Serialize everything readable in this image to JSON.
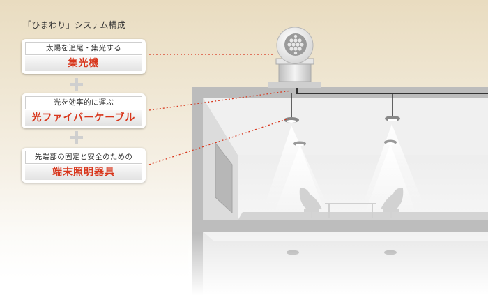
{
  "title": "「ひまわり」システム構成",
  "components": [
    {
      "caption": "太陽を追尾・集光する",
      "name": "集光機"
    },
    {
      "caption": "光を効率的に運ぶ",
      "name": "光ファイバーケーブル"
    },
    {
      "caption": "先端部の固定と安全のための",
      "name": "端末照明器具"
    }
  ],
  "colors": {
    "accent_red": "#d8361c",
    "leader_line": "#d8361c",
    "card_border": "#cfcfcf",
    "building_wall": "#b9b9b9"
  },
  "icons": [
    "sun-collector-icon",
    "ceiling-light-icon",
    "egg-chair-icon",
    "table-icon"
  ]
}
